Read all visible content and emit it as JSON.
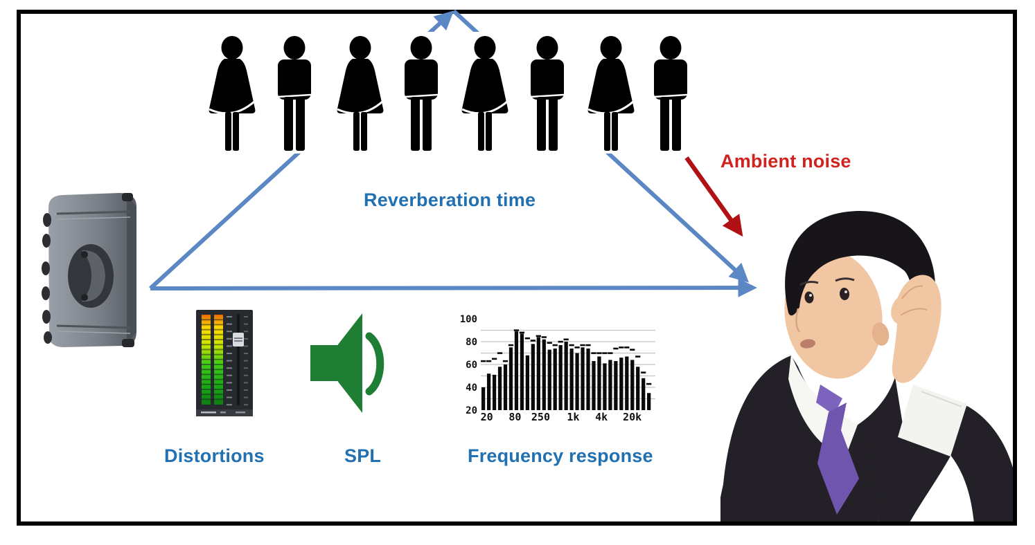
{
  "labels": {
    "reverberation_time": "Reverberation time",
    "ambient_noise": "Ambient noise",
    "distortions": "Distortions",
    "spl": "SPL",
    "frequency_response": "Frequency response"
  },
  "colors": {
    "label_blue": "#2070B2",
    "ambient_red": "#D0231F",
    "arrow_blue": "#5B87C5",
    "arrow_red": "#B01114",
    "spl_green": "#1E7E34",
    "silhouette": "#000000",
    "frame": "#000000"
  },
  "audience": {
    "count": 8,
    "pattern": [
      "female",
      "male",
      "female",
      "male",
      "female",
      "male",
      "female",
      "male"
    ]
  },
  "chart_data": {
    "type": "bar",
    "title": "Frequency response",
    "xlabel": "",
    "ylabel": "",
    "x_tick_labels": [
      "20",
      "80",
      "250",
      "1k",
      "4k",
      "20k"
    ],
    "y_tick_labels": [
      100,
      80,
      60,
      40,
      20
    ],
    "ylim": [
      20,
      100
    ],
    "grid_values": [
      30,
      40,
      50,
      60,
      70,
      80,
      90
    ],
    "grid": true,
    "legend": false,
    "values": [
      40,
      52,
      51,
      58,
      60,
      75,
      89,
      87,
      68,
      78,
      84,
      82,
      73,
      74,
      77,
      80,
      74,
      70,
      75,
      74,
      63,
      67,
      61,
      64,
      63,
      66,
      67,
      64,
      58,
      48,
      35
    ],
    "peak_markers": [
      63,
      63,
      65,
      70,
      63,
      77,
      90,
      88,
      83,
      81,
      85,
      84,
      79,
      77,
      80,
      82,
      77,
      75,
      77,
      77,
      70,
      70,
      70,
      70,
      74,
      75,
      75,
      73,
      67,
      53,
      43
    ]
  }
}
